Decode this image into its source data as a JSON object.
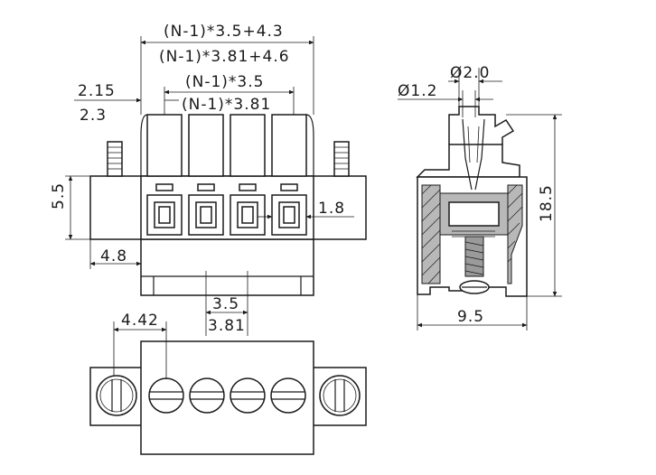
{
  "front_view": {
    "dims": {
      "total_35": "(N-1)*3.5+4.3",
      "total_381": "(N-1)*3.81+4.6",
      "pitch_span_35": "(N-1)*3.5",
      "pitch_span_381": "(N-1)*3.81",
      "edge_215": "2.15",
      "edge_23": "2.3",
      "height_55": "5.5",
      "window_18": "1.8",
      "flange_48": "4.8",
      "pitch_35": "3.5",
      "pitch_381": "3.81"
    }
  },
  "side_view": {
    "dims": {
      "pin_20": "Ø2.0",
      "pin_12": "Ø1.2",
      "height_185": "18.5",
      "depth_95": "9.5"
    }
  },
  "bottom_view": {
    "dims": {
      "screw_442": "4.42"
    }
  }
}
